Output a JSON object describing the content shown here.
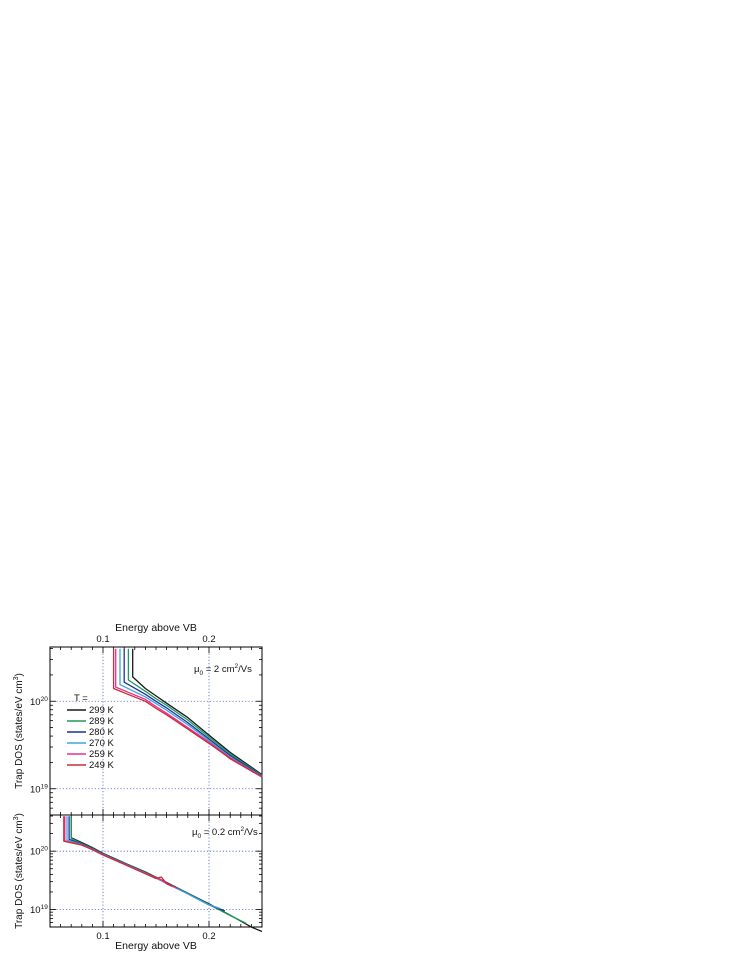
{
  "figure": {
    "top_axis_label": "Energy above VB",
    "bottom_axis_label": "Energy above VB",
    "legend_title": "T =",
    "colors": {
      "299 K": "#1a1a1a",
      "289 K": "#1e9a5a",
      "280 K": "#1f2fa0",
      "270 K": "#3aa7e0",
      "259 K": "#e8318c",
      "249 K": "#d02a3a"
    }
  },
  "chart_data": [
    {
      "type": "line",
      "panel": "top",
      "annotation": "μ0 = 2 cm2/Vs",
      "annotation_parts": {
        "mu": "μ",
        "sub": "0",
        "eq": " = 2 cm",
        "sup": "2",
        "unit": "/Vs"
      },
      "ylabel": "Trap DOS (states/eV cm3)",
      "ylabel_parts": {
        "main": "Trap DOS (states/eV cm",
        "sup": "3",
        "tail": ")"
      },
      "xlabel": "Energy above VB",
      "xlim": [
        0.05,
        0.25
      ],
      "ylim_log10": [
        18.7,
        20.62
      ],
      "yscale": "log",
      "x_ticks": [
        "0.1",
        "0.2"
      ],
      "x_tick_values": [
        0.1,
        0.2
      ],
      "y_ticks": [
        {
          "value": 1e+20,
          "base": "10",
          "exp": "20"
        },
        {
          "value": 1e+19,
          "base": "10",
          "exp": "19"
        }
      ],
      "grid": "dotted at x=0.1, 0.2 and y=1e19, 1e20",
      "legend": "left-middle",
      "series": [
        {
          "name": "299 K",
          "x": [
            0.128,
            0.14,
            0.15,
            0.16,
            0.18,
            0.2,
            0.22,
            0.25
          ],
          "y": [
            1.9e+20,
            1.4e+20,
            1.15e+20,
            9.5e+19,
            6.5e+19,
            4.1e+19,
            2.6e+19,
            1.45e+19
          ]
        },
        {
          "name": "289 K",
          "x": [
            0.124,
            0.14,
            0.15,
            0.16,
            0.18,
            0.2,
            0.22,
            0.25
          ],
          "y": [
            1.75e+20,
            1.3e+20,
            1.07e+20,
            9e+19,
            6.1e+19,
            3.9e+19,
            2.5e+19,
            1.42e+19
          ]
        },
        {
          "name": "280 K",
          "x": [
            0.12,
            0.14,
            0.15,
            0.16,
            0.18,
            0.2,
            0.22,
            0.25
          ],
          "y": [
            1.65e+20,
            1.2e+20,
            1e+20,
            8.4e+19,
            5.7e+19,
            3.7e+19,
            2.4e+19,
            1.4e+19
          ]
        },
        {
          "name": "270 K",
          "x": [
            0.116,
            0.14,
            0.15,
            0.16,
            0.18,
            0.2,
            0.22,
            0.25
          ],
          "y": [
            1.55e+20,
            1.12e+20,
            9.4e+19,
            7.9e+19,
            5.4e+19,
            3.55e+19,
            2.3e+19,
            1.38e+19
          ]
        },
        {
          "name": "259 K",
          "x": [
            0.112,
            0.14,
            0.15,
            0.16,
            0.18,
            0.2,
            0.22,
            0.25
          ],
          "y": [
            1.45e+20,
            1.05e+20,
            8.7e+19,
            7.3e+19,
            5e+19,
            3.4e+19,
            2.25e+19,
            1.37e+19
          ]
        },
        {
          "name": "249 K",
          "x": [
            0.11,
            0.14,
            0.15,
            0.16,
            0.18,
            0.2,
            0.215,
            0.22,
            0.25
          ],
          "y": [
            1.4e+20,
            1e+20,
            8.3e+19,
            7e+19,
            4.8e+19,
            3.3e+19,
            2.45e+19,
            2.2e+19,
            1.36e+19
          ]
        }
      ]
    },
    {
      "type": "line",
      "panel": "bottom",
      "annotation": "μ0 = 0.2 cm2/Vs",
      "annotation_parts": {
        "mu": "μ",
        "sub": "0",
        "eq": " = 0.2 cm",
        "sup": "2",
        "unit": "/Vs"
      },
      "ylabel": "Trap DOS (states/eV cm3)",
      "ylabel_parts": {
        "main": "Trap DOS (states/eV cm",
        "sup": "3",
        "tail": ")"
      },
      "xlabel": "Energy above VB",
      "xlim": [
        0.05,
        0.25
      ],
      "ylim_log10": [
        18.7,
        20.62
      ],
      "yscale": "log",
      "x_ticks": [
        "0.1",
        "0.2"
      ],
      "x_tick_values": [
        0.1,
        0.2
      ],
      "y_ticks": [
        {
          "value": 1e+20,
          "base": "10",
          "exp": "20"
        },
        {
          "value": 1e+19,
          "base": "10",
          "exp": "19"
        }
      ],
      "grid": "dotted at x=0.1, 0.2 and y=1e19, 1e20",
      "series": [
        {
          "name": "299 K",
          "x": [
            0.07,
            0.08,
            0.09,
            0.1,
            0.12,
            0.14,
            0.16,
            0.18,
            0.2,
            0.22,
            0.24,
            0.25
          ],
          "y": [
            1.7e+20,
            1.4e+20,
            1.15e+20,
            9.2e+19,
            6.3e+19,
            4.4e+19,
            2.9e+19,
            1.9e+19,
            1.25e+19,
            8e+18,
            5e+18,
            4.2e+18
          ]
        },
        {
          "name": "289 K",
          "x": [
            0.07,
            0.08,
            0.09,
            0.1,
            0.12,
            0.14,
            0.16,
            0.18,
            0.2,
            0.22,
            0.235
          ],
          "y": [
            1.65e+20,
            1.35e+20,
            1.12e+20,
            9e+19,
            6.2e+19,
            4.3e+19,
            2.85e+19,
            1.88e+19,
            1.22e+19,
            7.9e+18,
            5.8e+18
          ]
        },
        {
          "name": "280 K",
          "x": [
            0.068,
            0.08,
            0.09,
            0.1,
            0.12,
            0.14,
            0.16,
            0.18,
            0.2,
            0.215
          ],
          "y": [
            1.6e+20,
            1.32e+20,
            1.1e+20,
            8.9e+19,
            6.1e+19,
            4.25e+19,
            2.82e+19,
            1.86e+19,
            1.2e+19,
            9.5e+18
          ]
        },
        {
          "name": "270 K",
          "x": [
            0.066,
            0.08,
            0.09,
            0.1,
            0.12,
            0.14,
            0.16,
            0.18,
            0.2,
            0.21
          ],
          "y": [
            1.55e+20,
            1.3e+20,
            1.08e+20,
            8.8e+19,
            6.05e+19,
            4.2e+19,
            2.8e+19,
            1.85e+19,
            1.2e+19,
            1.05e+19
          ]
        },
        {
          "name": "259 K",
          "x": [
            0.064,
            0.08,
            0.09,
            0.1,
            0.12,
            0.14,
            0.155,
            0.16,
            0.17
          ],
          "y": [
            1.5e+20,
            1.28e+20,
            1.07e+20,
            8.7e+19,
            6e+19,
            4.15e+19,
            3.2e+19,
            2.75e+19,
            2.3e+19
          ]
        },
        {
          "name": "249 K",
          "x": [
            0.063,
            0.08,
            0.09,
            0.1,
            0.12,
            0.14,
            0.15,
            0.155,
            0.16,
            0.165
          ],
          "y": [
            1.48e+20,
            1.27e+20,
            1.06e+20,
            8.6e+19,
            5.95e+19,
            4.1e+19,
            3.4e+19,
            3.6e+19,
            2.8e+19,
            2.5e+19
          ]
        }
      ]
    }
  ]
}
